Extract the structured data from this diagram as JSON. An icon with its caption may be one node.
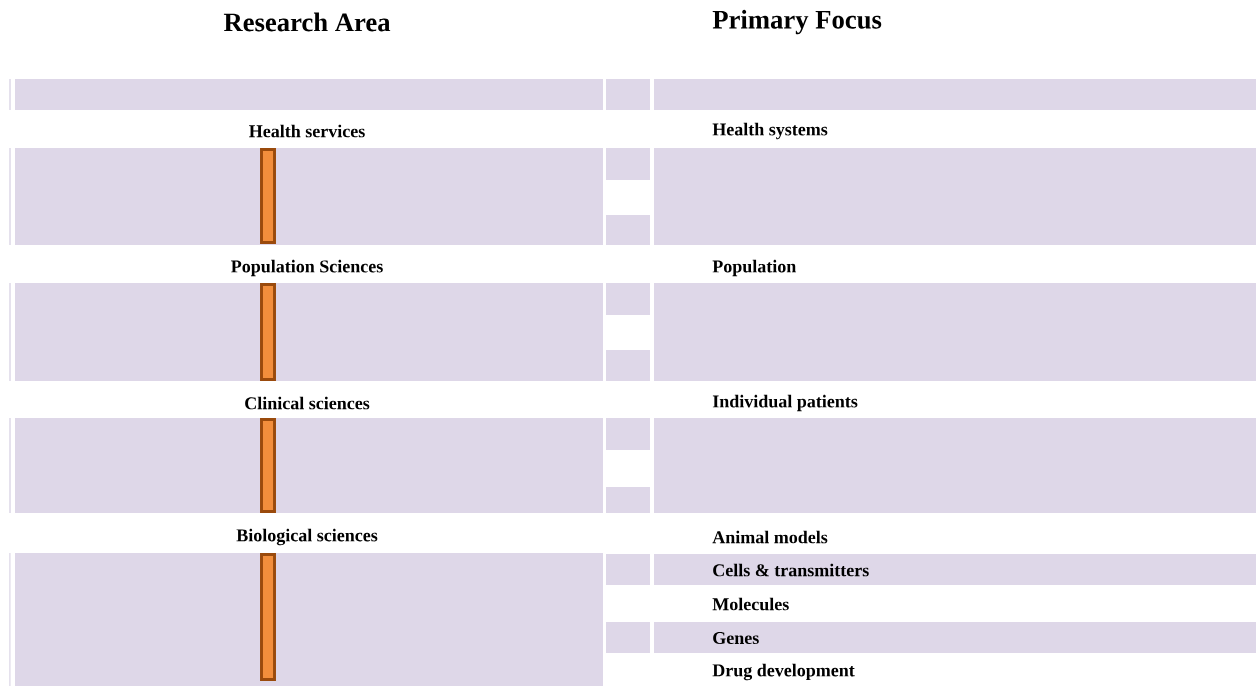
{
  "diagram": {
    "labels": [
      "Research Area",
      "Primary Focus",
      "Health services",
      "Health systems",
      "Population Sciences",
      "Population",
      "Clinical sciences",
      "Individual patients",
      "Biological sciences",
      "Animal models",
      "Cells & transmitters",
      "Molecules",
      "Genes",
      "Drug development"
    ]
  }
}
